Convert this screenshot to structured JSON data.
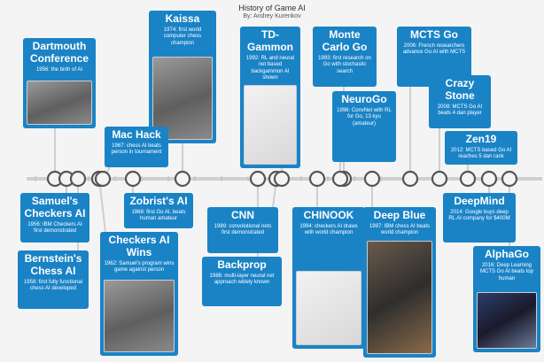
{
  "title": "History of Game AI",
  "subtitle": "By: Andrey Kurenkov",
  "colors": {
    "card": "#1a83c6",
    "line": "#cfcfcf",
    "node": "#555555"
  },
  "events": [
    {
      "title": "Dartmouth Conference",
      "desc": "1956: the birth of AI"
    },
    {
      "title": "Samuel's Checkers AI",
      "desc": "1956: IBM Checkers AI first demonstrated"
    },
    {
      "title": "Bernstein's Chess AI",
      "desc": "1958: first fully functional chess AI developed"
    },
    {
      "title": "Checkers AI Wins",
      "desc": "1962: Samuel's program wins game against person"
    },
    {
      "title": "Kaissa",
      "desc": "1974: first world computer chess champion"
    },
    {
      "title": "Mac Hack",
      "desc": "1967: chess AI beats person in tournament"
    },
    {
      "title": "Zobrist's AI",
      "desc": "1968: first Go AI, beats human amateur"
    },
    {
      "title": "CNN",
      "desc": "1989: convolutional nets first demonstrated"
    },
    {
      "title": "Backprop",
      "desc": "1986: multi-layer neural net approach widely known"
    },
    {
      "title": "TD-Gammon",
      "desc": "1992: RL and neural net based backgammon AI shown"
    },
    {
      "title": "CHINOOK",
      "desc": "1994: checkers AI draws with world champion"
    },
    {
      "title": "Monte Carlo Go",
      "desc": "1993: first research on Go with stochastic search"
    },
    {
      "title": "NeuroGo",
      "desc": "1996: ConvNet with RL for Go, 13 kyu (amateur)"
    },
    {
      "title": "Deep Blue",
      "desc": "1997: IBM chess AI beats world champion"
    },
    {
      "title": "MCTS Go",
      "desc": "2006: French researchers advance Go AI with MCTS"
    },
    {
      "title": "Crazy Stone",
      "desc": "2008: MCTS Go AI beats 4 dan player"
    },
    {
      "title": "Zen19",
      "desc": "2012: MCTS based Go AI reaches 5 dan rank"
    },
    {
      "title": "DeepMind",
      "desc": "2014: Google buys deep RL AI company for $400M"
    },
    {
      "title": "AlphaGo",
      "desc": "2016: Deep Learning MCTS Go AI beats top human"
    }
  ]
}
